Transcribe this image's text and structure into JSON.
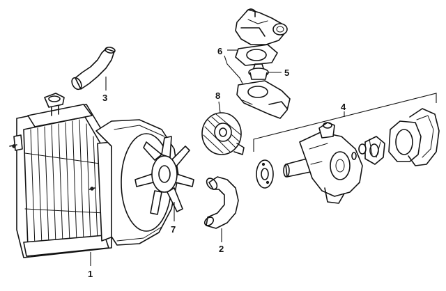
{
  "callouts": [
    {
      "id": "1"
    },
    {
      "id": "2"
    },
    {
      "id": "3"
    },
    {
      "id": "4"
    },
    {
      "id": "5"
    },
    {
      "id": "6"
    },
    {
      "id": "7"
    },
    {
      "id": "8"
    }
  ]
}
